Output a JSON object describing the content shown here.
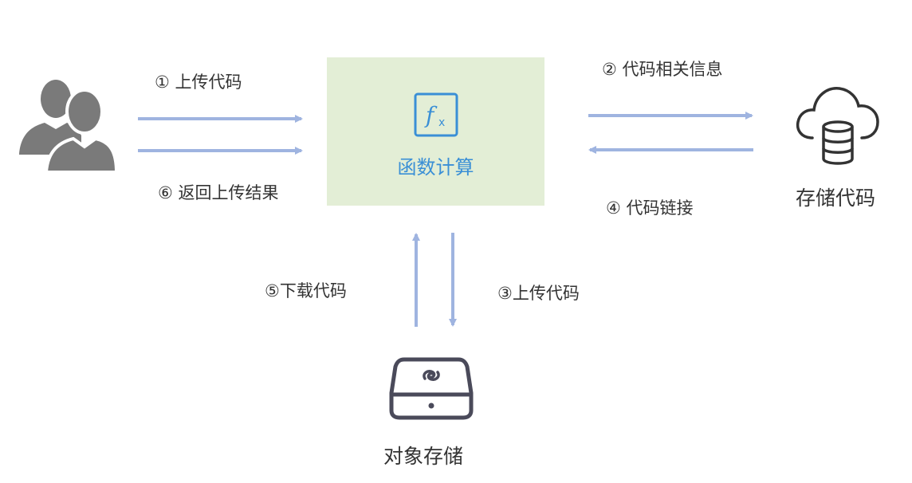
{
  "center": {
    "title": "函数计算",
    "icon": "fx-function-icon"
  },
  "users": {
    "icon": "users-icon"
  },
  "code_storage": {
    "label": "存储代码",
    "icon": "cloud-database-icon"
  },
  "object_storage": {
    "label": "对象存储",
    "icon": "storage-drive-icon"
  },
  "steps": {
    "s1": "① 上传代码",
    "s2": "② 代码相关信息",
    "s3": "③上传代码",
    "s4": "④ 代码链接",
    "s5": "⑤下载代码",
    "s6": "⑥ 返回上传结果"
  },
  "colors": {
    "arrow": "#9fb4e0",
    "box": "#e3eed6",
    "accent": "#3a8fd6",
    "icon": "#7a7a7a",
    "line": "#4a4a5a"
  }
}
